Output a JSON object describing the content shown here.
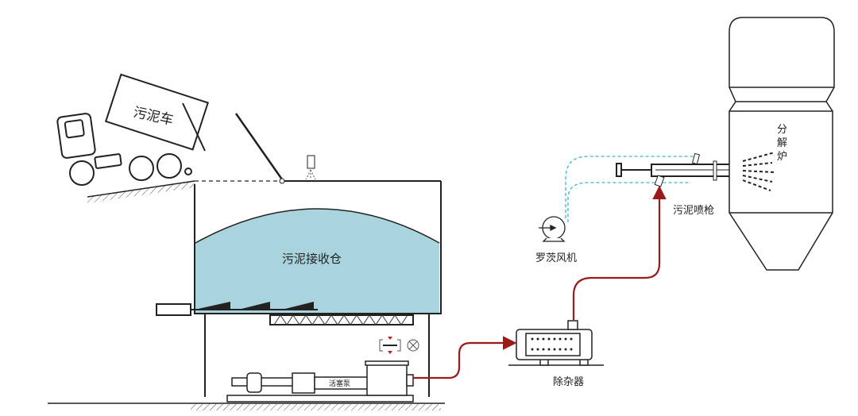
{
  "labels": {
    "truck": "污泥车",
    "bin": "污泥接收仓",
    "pump": "活塞泵",
    "remover": "除杂器",
    "blower": "罗茨风机",
    "gun": "污泥喷枪",
    "furnace": "分解炉"
  },
  "colors": {
    "sludge": "#a9d4de",
    "pipe": "#9b1b1b",
    "air": "#3bb7d0",
    "line": "#222222"
  }
}
